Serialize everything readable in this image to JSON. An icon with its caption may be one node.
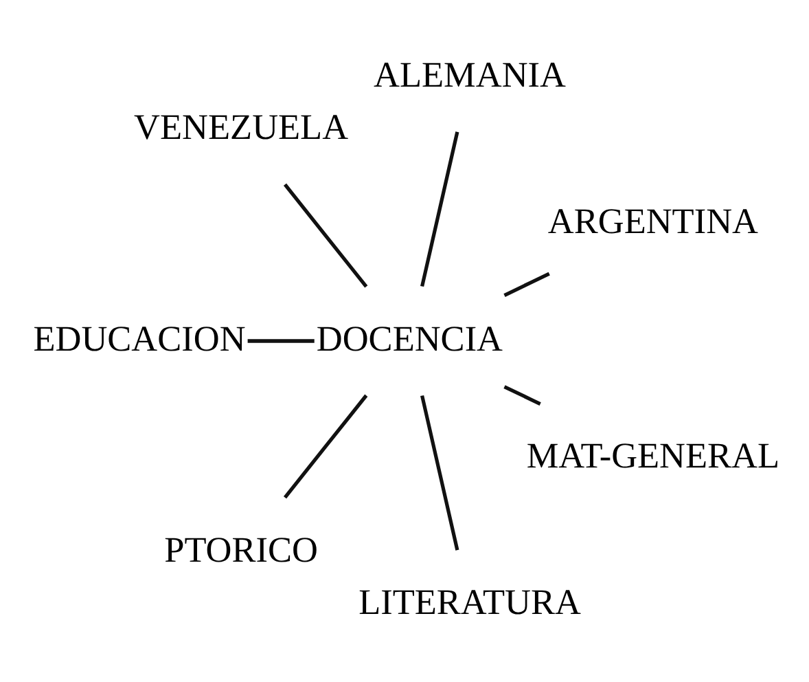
{
  "diagram": {
    "nodes": [
      {
        "text": [
          "ARGENTINA"
        ]
      },
      {
        "text": [
          "ALEMANIA"
        ]
      },
      {
        "text": [
          "VENEZUELA"
        ]
      },
      {
        "text": [
          "DOCENCIA"
        ]
      },
      {
        "text": [
          "EDUCACION"
        ]
      },
      {
        "text": [
          "PTORICO"
        ]
      },
      {
        "text": [
          "LITERATURA"
        ]
      },
      {
        "text": [
          "MAT-GENERAL"
        ]
      }
    ],
    "edges": [
      {
        "from": 3,
        "to": 0,
        "arrow": "none"
      },
      {
        "from": 3,
        "to": 1,
        "arrow": "none"
      },
      {
        "from": 3,
        "to": 2,
        "arrow": "none"
      },
      {
        "from": 3,
        "to": 4,
        "arrow": "none"
      },
      {
        "from": 3,
        "to": 5,
        "arrow": "none"
      },
      {
        "from": 3,
        "to": 6,
        "arrow": "none"
      },
      {
        "from": 3,
        "to": 7,
        "arrow": "none"
      }
    ]
  }
}
